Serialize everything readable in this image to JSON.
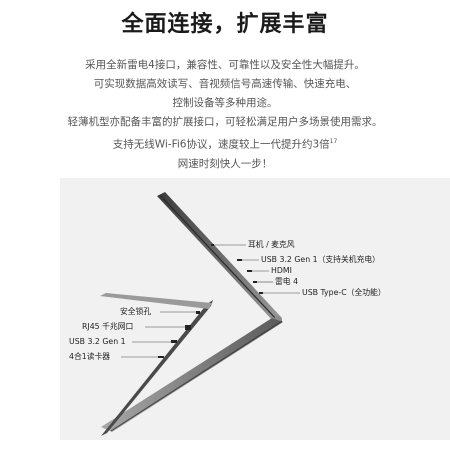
{
  "header": {
    "title": "全面连接，扩展丰富"
  },
  "description": {
    "lines": [
      "采用全新雷电4接口，兼容性、可靠性以及安全性大幅提升。",
      "可实现数据高效读写、音视频信号高速传输、快速充电、",
      "控制设备等多种用途。",
      "轻薄机型亦配备丰富的扩展接口，可轻松满足用户多场景使用需求。",
      "支持无线Wi-Fi6协议，速度较上一代提升约3倍",
      "网速时刻快人一步！"
    ],
    "footnote": "17"
  },
  "ports_right": [
    "耳机 / 麦克风",
    "USB 3.2 Gen 1（支持关机充电）",
    "HDMI",
    "雷电 4",
    "USB Type-C（全功能）"
  ],
  "ports_left": [
    "安全锁孔",
    "RJ45 千兆网口",
    "USB 3.2 Gen 1",
    "4合1读卡器"
  ]
}
